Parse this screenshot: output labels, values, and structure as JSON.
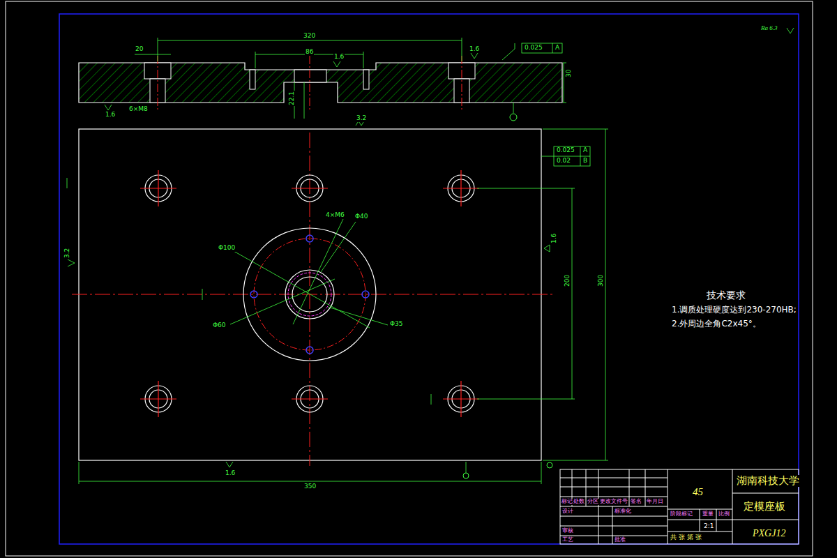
{
  "diagram": {
    "labels": [
      "技术要求",
      "1.调质处理硬度达到230-270HB;",
      "2.外周边全角C2x45°。",
      "45",
      "湖南科技大学",
      "定模座板",
      "PXGJ12",
      "2:1",
      "共 张 第 张",
      "标记",
      "处数",
      "分区",
      "更改文件号",
      "签名",
      "年月日",
      "设计",
      "标准化",
      "审核",
      "工艺",
      "批准",
      "阶段标记",
      "重量",
      "比例",
      "320",
      "20",
      "86",
      "1.6",
      "1.6",
      "0.025",
      "A",
      "30",
      "1.6",
      "6×M8",
      "22.1",
      "3.2",
      "0.025",
      "A",
      "0.02",
      "B",
      "1.6",
      "3.2",
      "1.6",
      "350",
      "300",
      "200",
      "Φ100",
      "Φ60",
      "4×M6",
      "Φ40",
      "Φ35",
      "Ra 6.3"
    ]
  }
}
